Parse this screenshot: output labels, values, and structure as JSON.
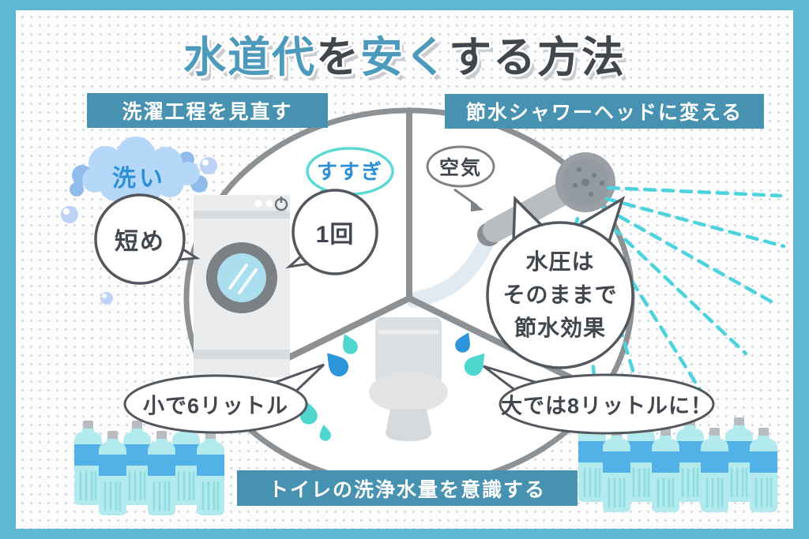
{
  "title": {
    "segments": [
      {
        "text": "水道代"
      },
      {
        "text": "を"
      },
      {
        "text": "安く"
      },
      {
        "text": "する方法"
      }
    ]
  },
  "sections": {
    "laundry": {
      "header": "洗濯工程を見直す",
      "wash_bubble": "洗い",
      "wash_note": "短め",
      "rinse_bubble": "すすぎ",
      "rinse_note": "1回"
    },
    "shower": {
      "header": "節水シャワーヘッドに変える",
      "air_label": "空気",
      "benefit_lines": [
        "水圧は",
        "そのままで",
        "節水効果"
      ]
    },
    "toilet": {
      "header": "トイレの洗浄水量を意識する",
      "small_flush_label": "小で6リットル",
      "large_flush_label": "大では8リットルに！",
      "bottles_small": 6,
      "bottles_large": 8
    }
  },
  "colors": {
    "frame": "#5eb7d3",
    "badge": "#4791b1",
    "title_blue": "#4e9abc",
    "text_dark": "#42474e",
    "accent_blue": "#2c90d8",
    "teal": "#4fd7cf",
    "spray": "#4cd3de",
    "drop_blue": "#2d96da",
    "bottle_body": "#b2eaed",
    "bottle_label": "#52b2e8",
    "bottle_cap": "#b8bcc1",
    "bottle_ridge": "#8edde2"
  }
}
